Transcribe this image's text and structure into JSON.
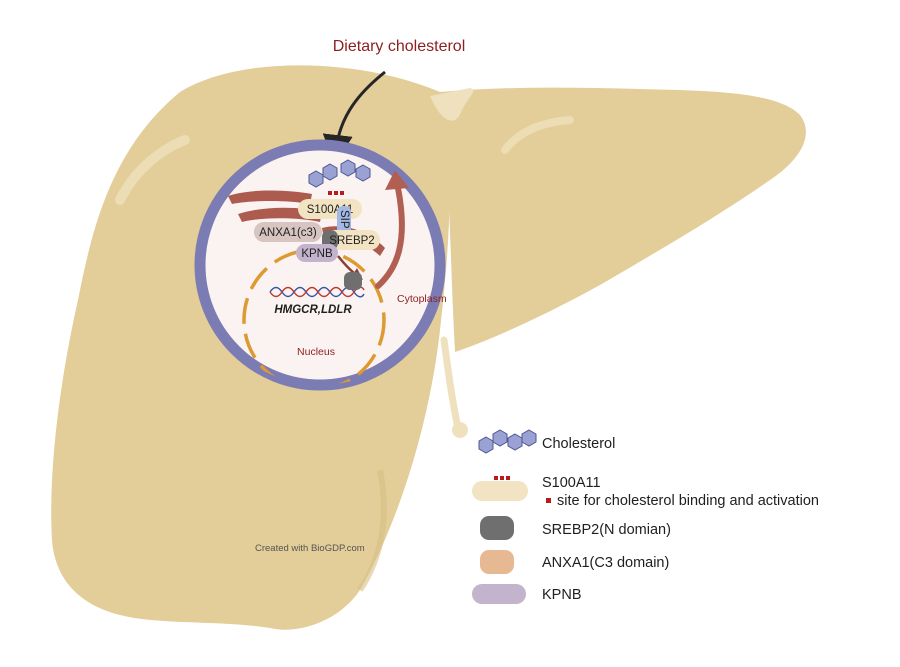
{
  "title": "Dietary cholesterol",
  "compartments": {
    "cytoplasm": "Cytoplasm",
    "nucleus": "Nucleus"
  },
  "proteins": {
    "s100a11": "S100A11",
    "sip": "SIP",
    "anxa1": "ANXA1(c3)",
    "srebp2": "SREBP2",
    "kpnb": "KPNB"
  },
  "genes": "HMGCR,LDLR",
  "legend": {
    "cholesterol": "Cholesterol",
    "s100a11": "S100A11",
    "s100a11_note": "site for cholesterol binding and activation",
    "srebp2": "SREBP2(N domian)",
    "anxa1": "ANXA1(C3 domain)",
    "kpnb": "KPNB"
  },
  "credit": "Created with BioGDP.com",
  "colors": {
    "liver": "#e3cd98",
    "liver_highlight": "#efe1bd",
    "circle_ring": "#7c7cb4",
    "circle_fill": "#fbf3f1",
    "nucleus_dash": "#dd9a32",
    "er": "#ad5a4f",
    "arrow_red": "#b05f52",
    "cholesterol": "#9aa1d3",
    "s100a11": "#f2e3c2",
    "binding_site": "#b71c1c",
    "srebp2": "#6f6f6f",
    "anxa1": "#e7b992",
    "kpnb": "#c3b3cc",
    "sip": "#a3b8e4",
    "text_red": "#8e1f1f"
  }
}
